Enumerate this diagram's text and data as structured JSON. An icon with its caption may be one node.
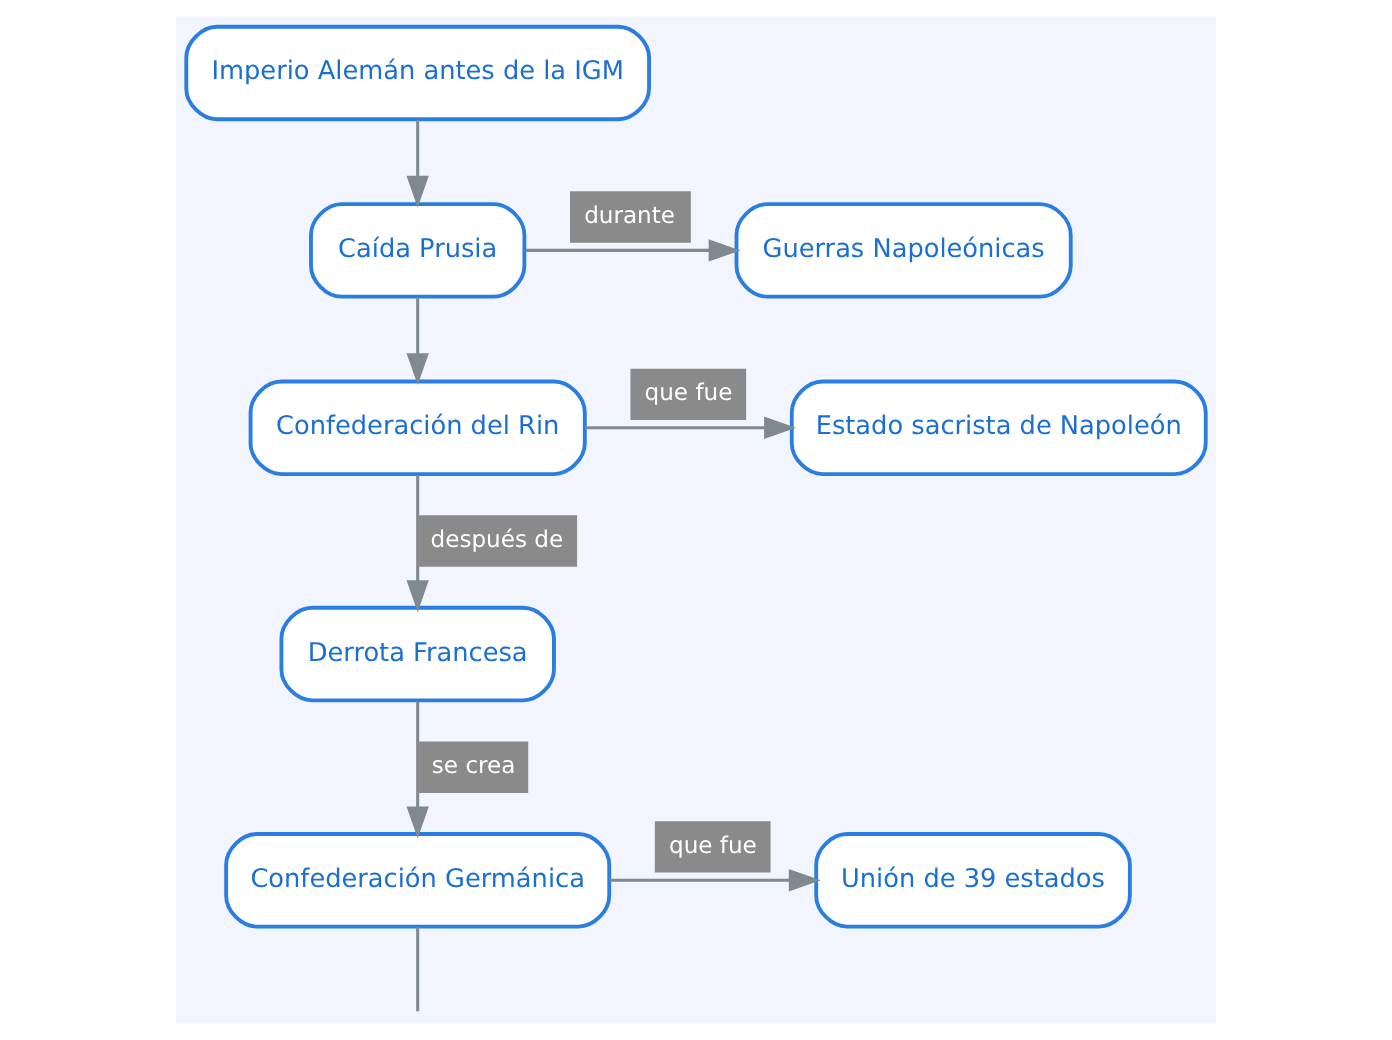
{
  "diagram": {
    "nodes": [
      {
        "text": [
          "Imperio Alemán antes de la IGM"
        ]
      },
      {
        "text": [
          "Caída Prusia"
        ]
      },
      {
        "text": [
          "Guerras Napoleónicas"
        ]
      },
      {
        "text": [
          "Confederación del Rin"
        ]
      },
      {
        "text": [
          "Estado sacrista de Napoleón"
        ]
      },
      {
        "text": [
          "Derrota Francesa"
        ]
      },
      {
        "text": [
          "Confederación Germánica"
        ]
      },
      {
        "text": [
          "Unión de 39 estados"
        ]
      }
    ],
    "edges": [
      {
        "from": 0,
        "to": 1,
        "arrow": "to"
      },
      {
        "from": 1,
        "to": 2,
        "arrow": "to",
        "label": "durante"
      },
      {
        "from": 1,
        "to": 3,
        "arrow": "to"
      },
      {
        "from": 3,
        "to": 4,
        "arrow": "to",
        "label": "que fue"
      },
      {
        "from": 3,
        "to": 5,
        "arrow": "to",
        "label": "después de"
      },
      {
        "from": 5,
        "to": 6,
        "arrow": "to",
        "label": "se crea"
      },
      {
        "from": 6,
        "to": 7,
        "arrow": "to",
        "label": "que fue"
      },
      {
        "from": 6,
        "to": null,
        "arrow": "none"
      }
    ]
  }
}
